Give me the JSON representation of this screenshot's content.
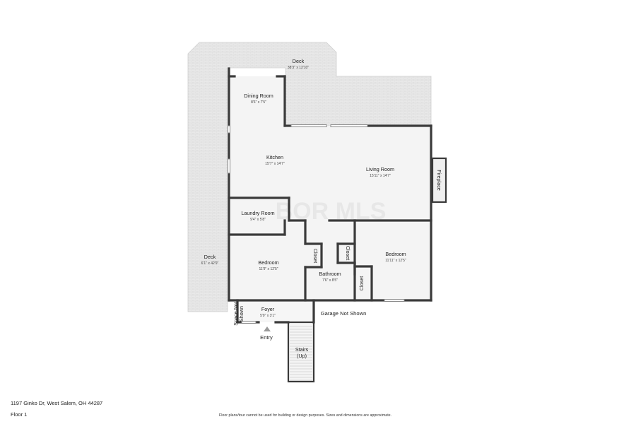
{
  "rooms": {
    "deck_top": {
      "name": "Deck",
      "dims": "38'3\" x 12'10\""
    },
    "dining": {
      "name": "Dining Room",
      "dims": "8'6\" x 7'5\""
    },
    "kitchen": {
      "name": "Kitchen",
      "dims": "15'7\" x 14'7\""
    },
    "living": {
      "name": "Living Room",
      "dims": "15'11\" x 14'7\""
    },
    "fireplace": {
      "name": "Fireplace"
    },
    "laundry": {
      "name": "Laundry Room",
      "dims": "9'4\" x 5'8\""
    },
    "deck_side": {
      "name": "Deck",
      "dims": "6'1\" x 42'9\""
    },
    "bedroom_left": {
      "name": "Bedroom",
      "dims": "11'9\" x 12'5\""
    },
    "closet_a": {
      "name": "Closet"
    },
    "closet_b": {
      "name": "Closet"
    },
    "closet_c": {
      "name": "Closet"
    },
    "bedroom_right": {
      "name": "Bedroom",
      "dims": "11'11\" x 12'5\""
    },
    "bathroom": {
      "name": "Bathroom",
      "dims": "7'6\" x 8'5\""
    },
    "foyer": {
      "name": "Foyer",
      "dims": "5'9\" x 3'1\""
    },
    "space_not_shown": {
      "name_line1": "Space Not",
      "name_line2": "Shown"
    },
    "garage": {
      "name": "Garage Not Shown"
    },
    "entry": {
      "name": "Entry"
    },
    "stairs": {
      "name_line1": "Stairs",
      "name_line2": "(Up)"
    }
  },
  "watermark": "BOR MLS",
  "footer": {
    "address": "1197 Ginko Dr, West Salem, OH 44287",
    "floor": "Floor 1",
    "disclaimer": "Floor plans/tour cannot be used for building or design purposes. Sizes and dimensions are approximate."
  },
  "colors": {
    "wall": "#3a3a3a",
    "floor": "#f4f4f4",
    "deck": "#e9e9e9",
    "deck_line": "#d6d6d6"
  }
}
